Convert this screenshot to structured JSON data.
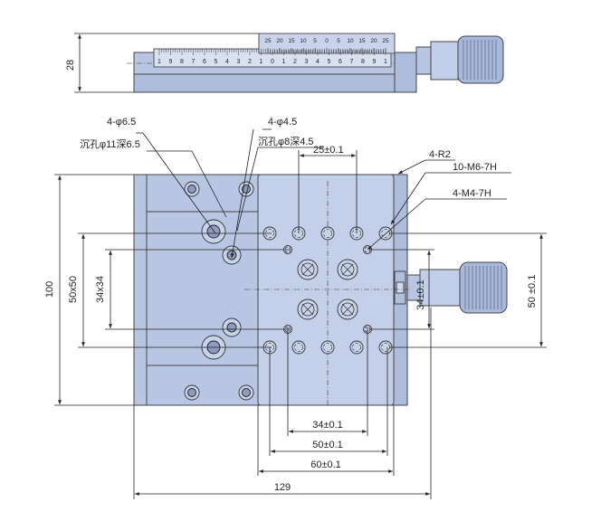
{
  "colors": {
    "body": "#b8c6e4",
    "body_dark": "#9fb0d2",
    "line": "#222222",
    "hole": "#8d9bbd"
  },
  "side_view": {
    "height_dim": "28",
    "vernier_scale": [
      "25",
      "20",
      "15",
      "10",
      "5",
      "0",
      "5",
      "10",
      "15",
      "20",
      "25"
    ],
    "main_scale": [
      "1",
      "9",
      "8",
      "7",
      "6",
      "5",
      "4",
      "3",
      "2",
      "1",
      "0",
      "1",
      "2",
      "3",
      "4",
      "5",
      "6",
      "7",
      "8",
      "9",
      "1"
    ]
  },
  "top_view": {
    "callouts": {
      "large_hole": "4-φ6.5",
      "large_counterbore": "沉孔φ11深6.5",
      "small_hole": "4-φ4.5",
      "small_counterbore": "沉孔φ8深4.5",
      "corner_radius": "4-R2",
      "threaded_10": "10-M6-7H",
      "threaded_4": "4-M4-7H"
    },
    "dims": {
      "top_25": "25±0.1",
      "left_100": "100",
      "left_50x50": "50x50",
      "left_34x34": "34x34",
      "right_34": "34±0.1",
      "right_50": "50 ±0.1",
      "bottom_34": "34±0.1",
      "bottom_50": "50±0.1",
      "bottom_60": "60±0.1",
      "bottom_129": "129"
    }
  }
}
